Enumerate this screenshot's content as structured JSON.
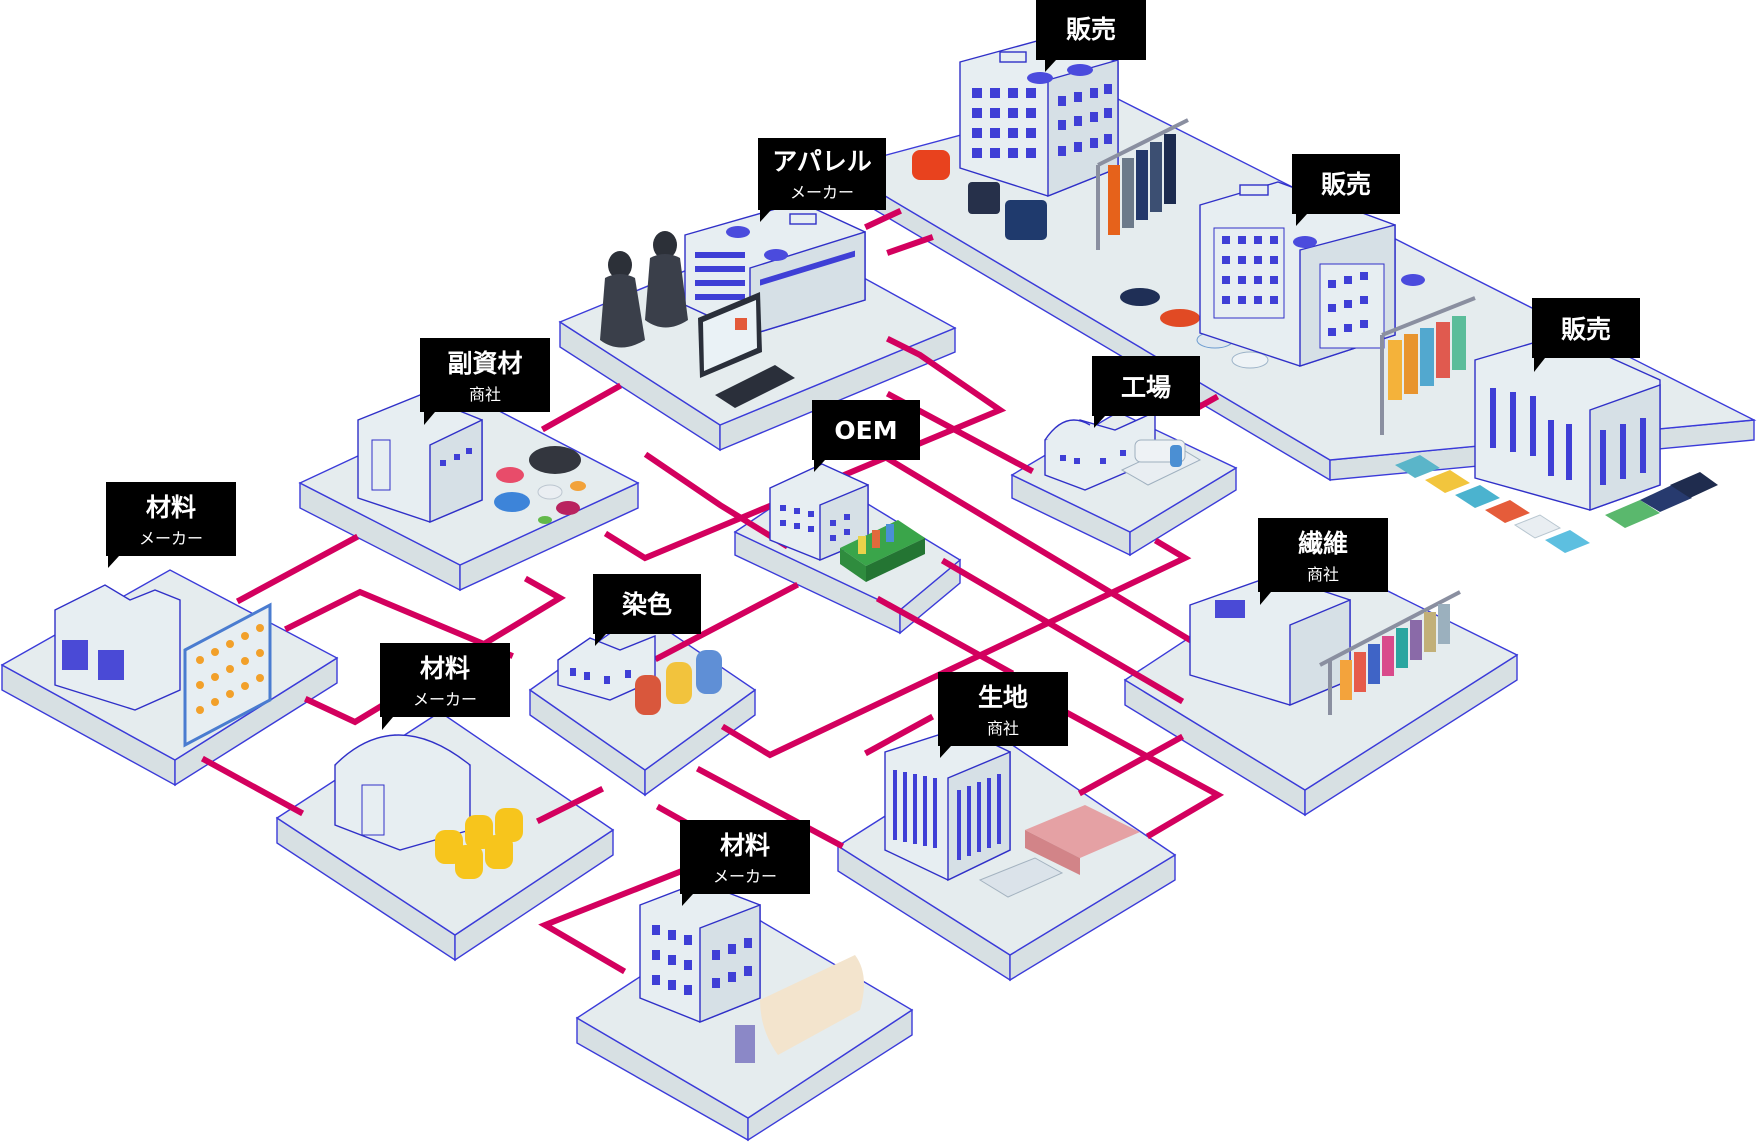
{
  "diagram": {
    "nodes": [
      {
        "id": "sales-1",
        "main": "販売",
        "sub": ""
      },
      {
        "id": "sales-2",
        "main": "販売",
        "sub": ""
      },
      {
        "id": "sales-3",
        "main": "販売",
        "sub": ""
      },
      {
        "id": "apparel-maker",
        "main": "アパレル",
        "sub": "メーカー"
      },
      {
        "id": "sub-materials-trader",
        "main": "副資材",
        "sub": "商社"
      },
      {
        "id": "oem",
        "main": "OEM",
        "sub": ""
      },
      {
        "id": "factory",
        "main": "工場",
        "sub": ""
      },
      {
        "id": "materials-maker-1",
        "main": "材料",
        "sub": "メーカー"
      },
      {
        "id": "dyeing",
        "main": "染色",
        "sub": ""
      },
      {
        "id": "fiber-trader",
        "main": "繊維",
        "sub": "商社"
      },
      {
        "id": "materials-maker-2",
        "main": "材料",
        "sub": "メーカー"
      },
      {
        "id": "fabric-trader",
        "main": "生地",
        "sub": "商社"
      },
      {
        "id": "materials-maker-3",
        "main": "材料",
        "sub": "メーカー"
      }
    ],
    "colors": {
      "road": "#d3005e",
      "outline": "#3b3bd9",
      "platform": "#e5ecee",
      "label_bg": "#000000",
      "label_text": "#ffffff"
    }
  }
}
